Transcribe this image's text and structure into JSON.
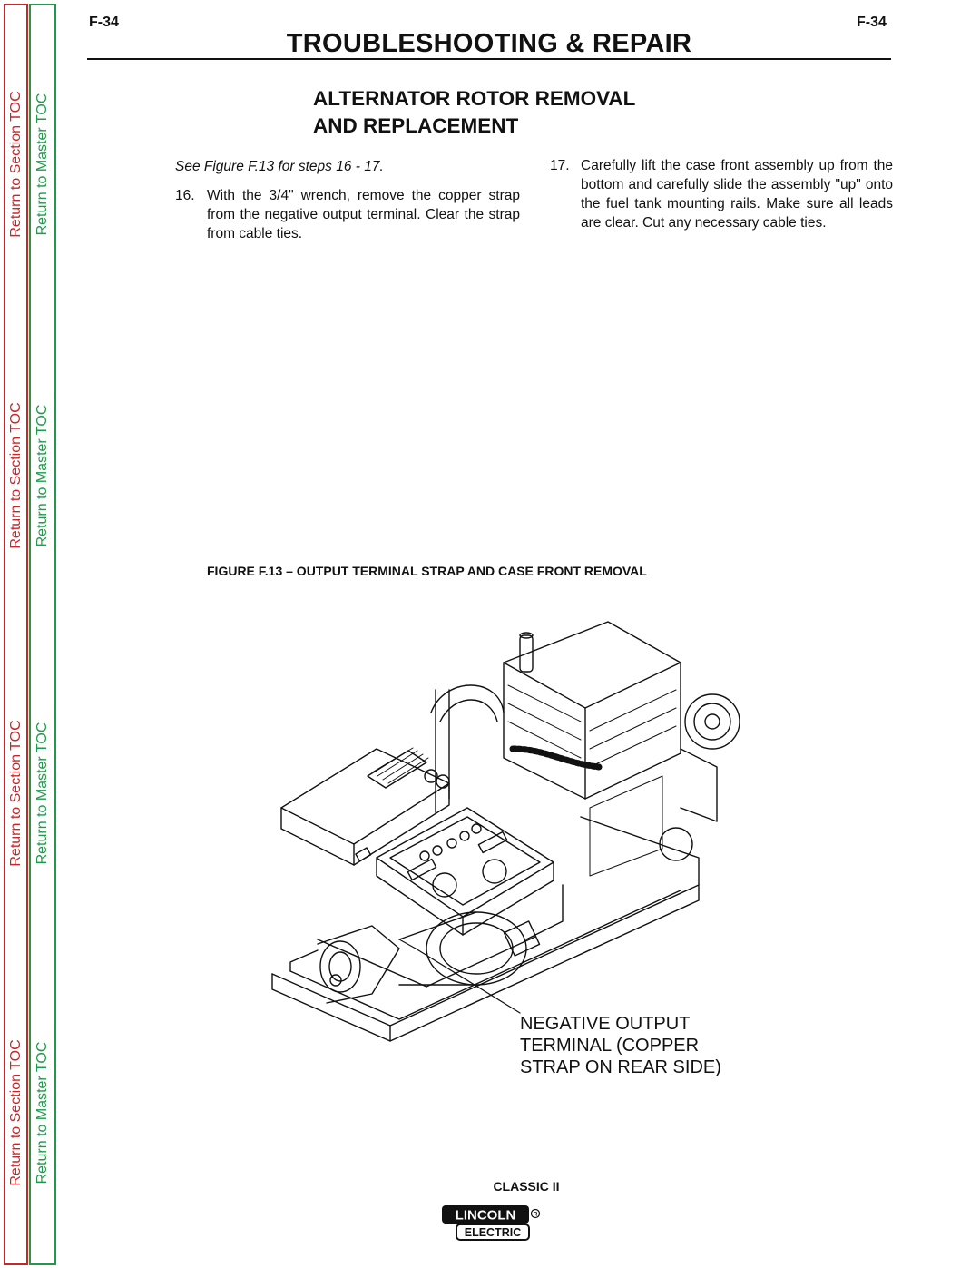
{
  "header": {
    "page_code_left": "F-34",
    "page_code_right": "F-34",
    "title": "TROUBLESHOOTING & REPAIR"
  },
  "sidebar": {
    "section_toc_label": "Return to Section TOC",
    "master_toc_label": "Return to Master TOC"
  },
  "section": {
    "heading_line1": "ALTERNATOR ROTOR REMOVAL",
    "heading_line2": "AND REPLACEMENT"
  },
  "see_figure_note": "See Figure F.13 for steps 16 - 17.",
  "steps": [
    {
      "number": "16.",
      "text": "With the 3/4\" wrench, remove the copper strap from the negative output terminal. Clear the strap from cable ties."
    },
    {
      "number": "17.",
      "text": "Carefully lift the case front assembly up from the bottom and carefully slide the assembly \"up\" onto the fuel tank mounting rails. Make sure all leads are clear.  Cut any necessary cable ties."
    }
  ],
  "figure": {
    "caption": "FIGURE F.13 – OUTPUT TERMINAL STRAP AND CASE FRONT REMOVAL",
    "callout_line1": "NEGATIVE OUTPUT",
    "callout_line2": "TERMINAL (COPPER",
    "callout_line3": "STRAP ON REAR SIDE)"
  },
  "footer": {
    "model": "CLASSIC II",
    "logo_top": "LINCOLN",
    "logo_bottom": "ELECTRIC"
  },
  "colors": {
    "section_toc": "#c8262a",
    "master_toc": "#1f9a4a"
  }
}
